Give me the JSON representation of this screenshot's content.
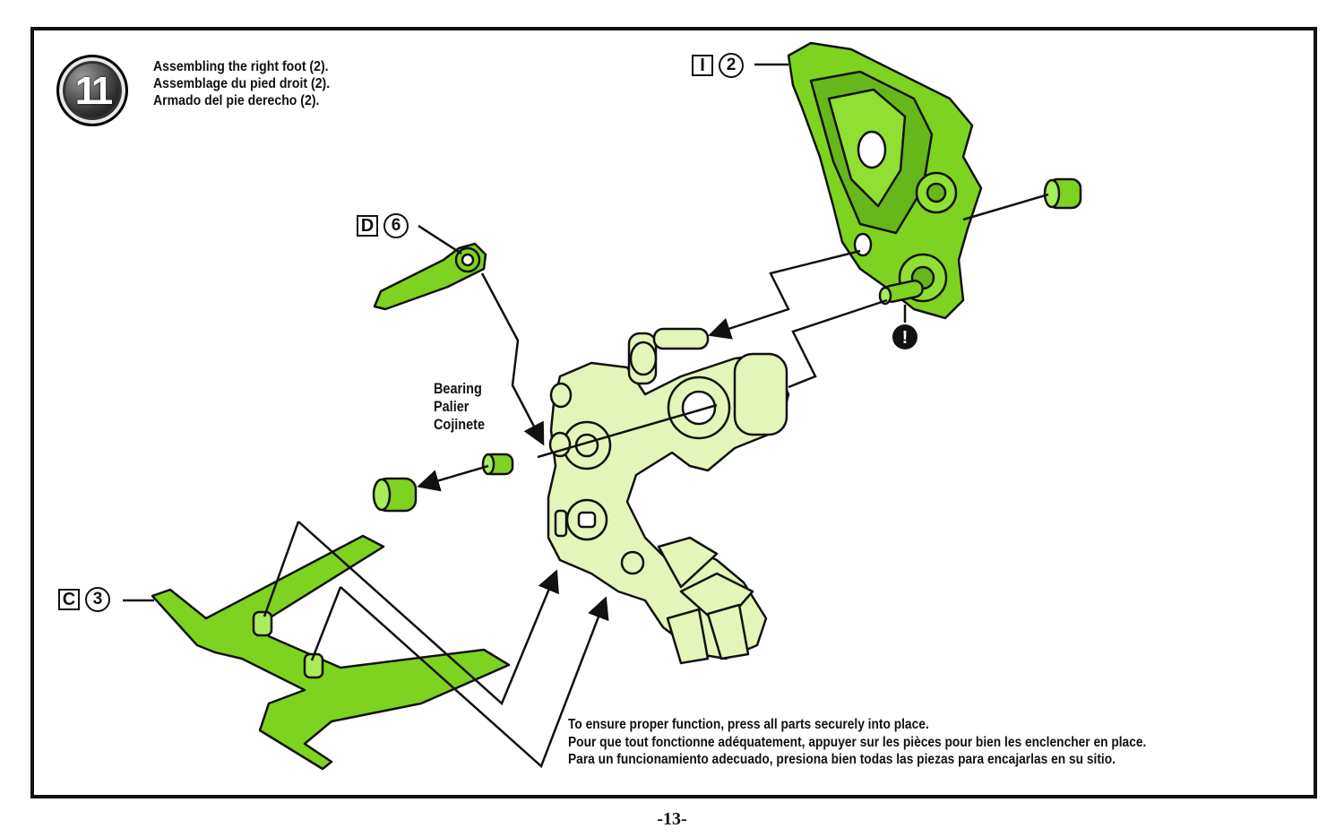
{
  "step": {
    "number": "11"
  },
  "titles": [
    "Assembling the right foot (2).",
    "Assemblage du pied droit (2).",
    "Armado del pie derecho (2)."
  ],
  "parts": {
    "i2": {
      "letter": "I",
      "number": "2"
    },
    "d6": {
      "letter": "D",
      "number": "6"
    },
    "c3": {
      "letter": "C",
      "number": "3"
    }
  },
  "bearing_labels": [
    "Bearing",
    "Palier",
    "Cojinete"
  ],
  "warning_symbol": "!",
  "note_lines": [
    "To ensure proper function, press all parts securely into place.",
    "Pour que tout fonctionne adéquatement, appuyer sur les pièces pour bien les enclencher en place.",
    "Para un funcionamiento adecuado, presiona bien todas las piezas para encajarlas en su sitio."
  ],
  "page_number": "-13-",
  "colors": {
    "part_green": "#7ed321",
    "assembly_green": "#e3f5b8",
    "outline": "#111111"
  }
}
